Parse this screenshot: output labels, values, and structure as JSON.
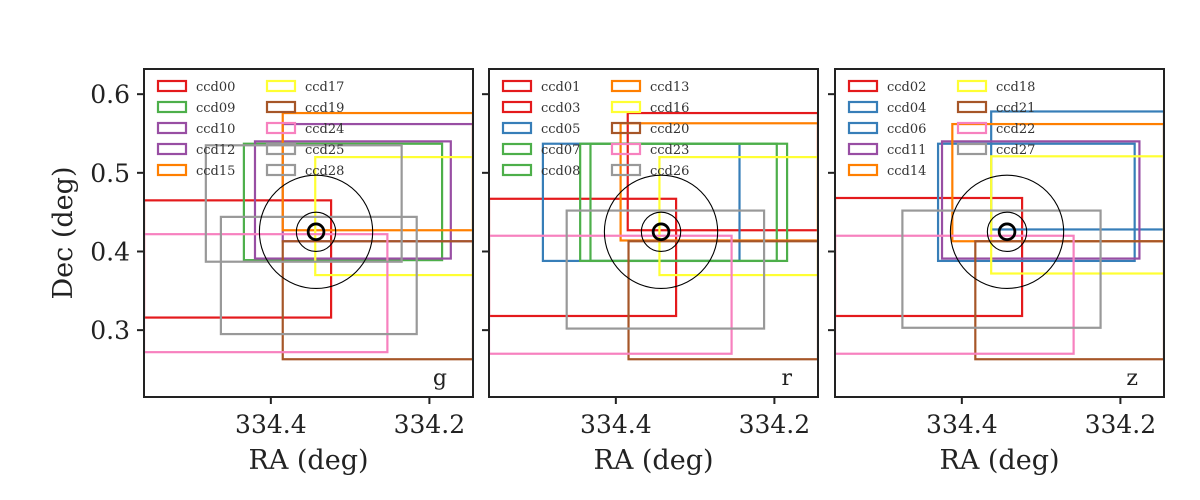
{
  "chart_data": {
    "type": "footprint",
    "shared": {
      "xlabel": "RA (deg)",
      "ylabel": "Dec (deg)",
      "xlim": [
        334.56,
        334.145
      ],
      "ylim": [
        0.215,
        0.632
      ],
      "xticks": [
        334.4,
        334.2
      ],
      "yticks": [
        0.3,
        0.4,
        0.5,
        0.6
      ],
      "xtick_labels": [
        "334.4",
        "334.2"
      ],
      "ytick_labels": [
        "0.3",
        "0.4",
        "0.5",
        "0.6"
      ],
      "center": [
        334.343,
        0.425
      ],
      "circle_radii_deg": [
        0.01,
        0.025,
        0.072
      ],
      "legend_placement": "top-left"
    },
    "panels": [
      {
        "band": "g",
        "ccds": [
          {
            "name": "ccd00",
            "color": "#e41a1c",
            "ra": [
              334.56,
              334.324
            ],
            "dec": [
              0.316,
              0.465
            ]
          },
          {
            "name": "ccd09",
            "color": "#4daf4a",
            "ra": [
              334.434,
              334.184
            ],
            "dec": [
              0.389,
              0.537
            ]
          },
          {
            "name": "ccd10",
            "color": "#984ea3",
            "ra": [
              334.42,
              334.173
            ],
            "dec": [
              0.391,
              0.54
            ]
          },
          {
            "name": "ccd12",
            "color": "#984ea3",
            "ra": [
              334.385,
              334.145
            ],
            "dec": [
              0.413,
              0.562
            ]
          },
          {
            "name": "ccd15",
            "color": "#ff7f00",
            "ra": [
              334.385,
              334.145
            ],
            "dec": [
              0.427,
              0.576
            ]
          },
          {
            "name": "ccd17",
            "color": "#ffff33",
            "ra": [
              334.344,
              334.145
            ],
            "dec": [
              0.37,
              0.52
            ]
          },
          {
            "name": "ccd19",
            "color": "#a65628",
            "ra": [
              334.385,
              334.145
            ],
            "dec": [
              0.263,
              0.413
            ]
          },
          {
            "name": "ccd24",
            "color": "#f781bf",
            "ra": [
              334.56,
              334.253
            ],
            "dec": [
              0.272,
              0.422
            ]
          },
          {
            "name": "ccd25",
            "color": "#999999",
            "ra": [
              334.463,
              334.216
            ],
            "dec": [
              0.295,
              0.444
            ]
          },
          {
            "name": "ccd28",
            "color": "#999999",
            "ra": [
              334.482,
              334.235
            ],
            "dec": [
              0.387,
              0.535
            ]
          }
        ]
      },
      {
        "band": "r",
        "ccds": [
          {
            "name": "ccd01",
            "color": "#e41a1c",
            "ra": [
              334.56,
              334.324
            ],
            "dec": [
              0.318,
              0.467
            ]
          },
          {
            "name": "ccd03",
            "color": "#e41a1c",
            "ra": [
              334.385,
              334.145
            ],
            "dec": [
              0.427,
              0.576
            ]
          },
          {
            "name": "ccd05",
            "color": "#377eb8",
            "ra": [
              334.492,
              334.244
            ],
            "dec": [
              0.388,
              0.537
            ]
          },
          {
            "name": "ccd07",
            "color": "#4daf4a",
            "ra": [
              334.445,
              334.197
            ],
            "dec": [
              0.388,
              0.537
            ]
          },
          {
            "name": "ccd08",
            "color": "#4daf4a",
            "ra": [
              334.432,
              334.184
            ],
            "dec": [
              0.388,
              0.537
            ]
          },
          {
            "name": "ccd13",
            "color": "#ff7f00",
            "ra": [
              334.394,
              334.145
            ],
            "dec": [
              0.414,
              0.563
            ]
          },
          {
            "name": "ccd16",
            "color": "#ffff33",
            "ra": [
              334.345,
              334.145
            ],
            "dec": [
              0.37,
              0.52
            ]
          },
          {
            "name": "ccd20",
            "color": "#a65628",
            "ra": [
              334.384,
              334.145
            ],
            "dec": [
              0.263,
              0.413
            ]
          },
          {
            "name": "ccd23",
            "color": "#f781bf",
            "ra": [
              334.56,
              334.254
            ],
            "dec": [
              0.27,
              0.42
            ]
          },
          {
            "name": "ccd26",
            "color": "#999999",
            "ra": [
              334.462,
              334.213
            ],
            "dec": [
              0.302,
              0.452
            ]
          }
        ]
      },
      {
        "band": "z",
        "ccds": [
          {
            "name": "ccd02",
            "color": "#e41a1c",
            "ra": [
              334.56,
              334.324
            ],
            "dec": [
              0.318,
              0.468
            ]
          },
          {
            "name": "ccd04",
            "color": "#377eb8",
            "ra": [
              334.43,
              334.182
            ],
            "dec": [
              0.388,
              0.537
            ]
          },
          {
            "name": "ccd06",
            "color": "#377eb8",
            "ra": [
              334.363,
              334.145
            ],
            "dec": [
              0.428,
              0.578
            ]
          },
          {
            "name": "ccd11",
            "color": "#984ea3",
            "ra": [
              334.425,
              334.176
            ],
            "dec": [
              0.391,
              0.54
            ]
          },
          {
            "name": "ccd14",
            "color": "#ff7f00",
            "ra": [
              334.412,
              334.145
            ],
            "dec": [
              0.413,
              0.562
            ]
          },
          {
            "name": "ccd18",
            "color": "#ffff33",
            "ra": [
              334.363,
              334.145
            ],
            "dec": [
              0.372,
              0.521
            ]
          },
          {
            "name": "ccd21",
            "color": "#a65628",
            "ra": [
              334.383,
              334.145
            ],
            "dec": [
              0.263,
              0.413
            ]
          },
          {
            "name": "ccd22",
            "color": "#f781bf",
            "ra": [
              334.56,
              334.259
            ],
            "dec": [
              0.27,
              0.42
            ]
          },
          {
            "name": "ccd27",
            "color": "#999999",
            "ra": [
              334.475,
              334.225
            ],
            "dec": [
              0.303,
              0.452
            ]
          }
        ]
      }
    ]
  }
}
